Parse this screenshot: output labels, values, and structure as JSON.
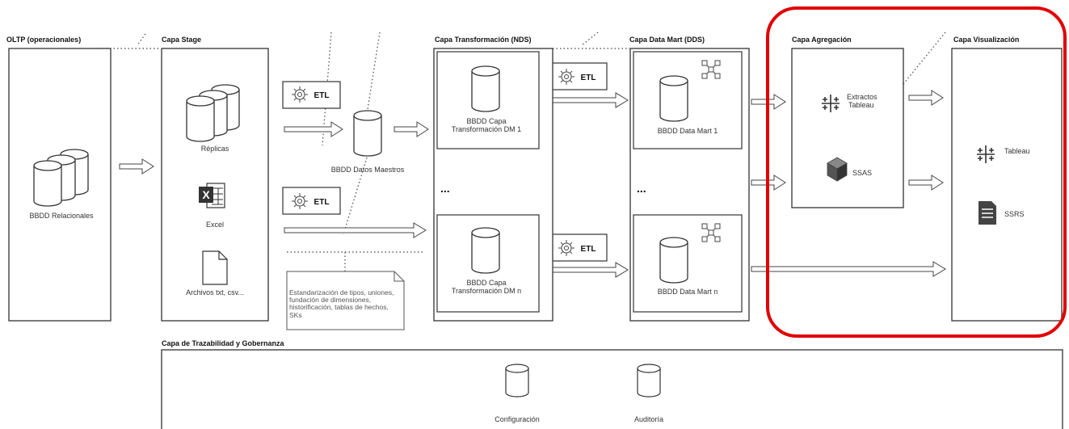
{
  "layers": {
    "oltp": "OLTP (operacionales)",
    "stage": "Capa Stage",
    "transform": "Capa Transformación (NDS)",
    "datamart": "Capa Data Mart (DDS)",
    "aggregation": "Capa Agregación",
    "visualization": "Capa Visualización",
    "governance": "Capa de Trazabilidad y Gobernanza"
  },
  "labels": {
    "bbdd_relacionales": "BBDD Relacionales",
    "replicas": "Réplicas",
    "excel": "Excel",
    "archivos": "Archivos txt, csv...",
    "etl": "ETL",
    "datos_maestros": "BBDD Datos Maestros",
    "tdm1_line1": "BBDD Capa",
    "tdm1_line2": "Transformación DM 1",
    "tdmn_line1": "BBDD Capa",
    "tdmn_line2": "Transformación DM n",
    "dm1": "BBDD Data Mart 1",
    "dmn": "BBDD Data Mart n",
    "ellipsis": "...",
    "extractos_line1": "Extractos",
    "extractos_line2": "Tableau",
    "ssas": "SSAS",
    "tableau": "Tableau",
    "ssrs": "SSRS",
    "configuracion": "Configuración",
    "auditoria": "Auditoría",
    "excel_icon_letter": "X"
  },
  "note_lines": [
    "Estandarización de tipos, uniones,",
    "fundación de dimensiones,",
    "historificación, tablas de hechos,",
    "SKs"
  ],
  "colors": {
    "highlight": "#e00000",
    "stroke": "#333333",
    "icon_dark": "#444444"
  },
  "icons": [
    "database-icon",
    "gear-icon",
    "excel-icon",
    "file-icon",
    "star-schema-icon",
    "tableau-icon",
    "cube-icon",
    "report-icon"
  ]
}
